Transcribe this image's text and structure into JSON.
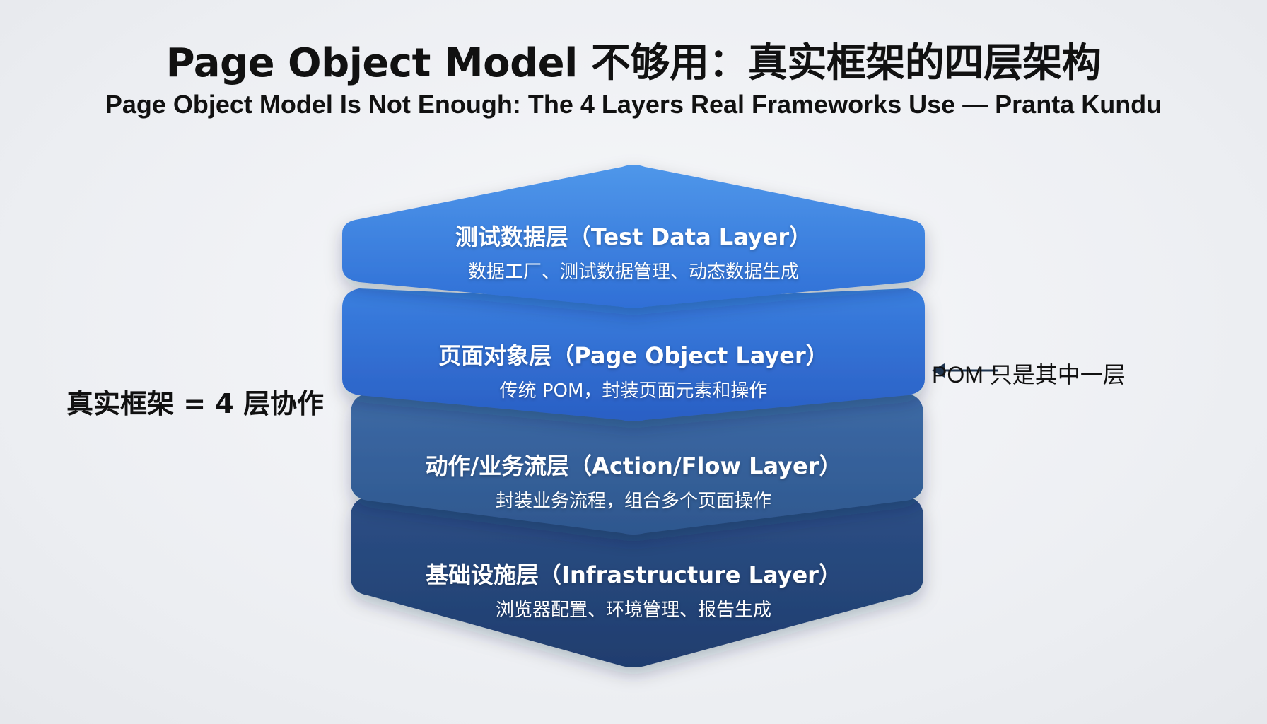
{
  "title": "Page Object Model 不够用：真实框架的四层架构",
  "subtitle": "Page Object Model Is Not Enough: The 4 Layers Real Frameworks Use — Pranta Kundu",
  "layers": [
    {
      "title": "测试数据层（Test Data Layer）",
      "desc": "数据工厂、测试数据管理、动态数据生成",
      "color_top": "#4f97ea",
      "color_bottom": "#2f6fd6"
    },
    {
      "title": "页面对象层（Page Object Layer）",
      "desc": "传统 POM，封装页面元素和操作",
      "color_top": "#3a7fe0",
      "color_bottom": "#2a5fc4"
    },
    {
      "title": "动作/业务流层（Action/Flow Layer）",
      "desc": "封装业务流程，组合多个页面操作",
      "color_top": "#3d6aa6",
      "color_bottom": "#2e578e"
    },
    {
      "title": "基础设施层（Infrastructure Layer）",
      "desc": "浏览器配置、环境管理、报告生成",
      "color_top": "#2c4f86",
      "color_bottom": "#1f3d6e"
    }
  ],
  "left_note": "真实框架 = 4 层协作",
  "right_note": "POM 只是其中一层",
  "arrow_color": "#1f3550"
}
